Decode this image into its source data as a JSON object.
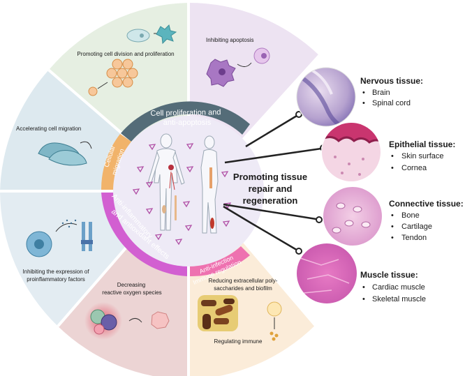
{
  "segments": {
    "proliferation_text": "Promoting cell division and proliferation",
    "apoptosis_text": "Inhibiting apoptosis",
    "migration_text": "Accelerating cell migration",
    "inflammatory_text_1": "Inhibiting the expression of",
    "inflammatory_text_2": "proinflammatory factors",
    "ros_text_1": "Decreasing",
    "ros_text_2": "reactive oxygen species",
    "biofilm_text_1": "Reducing extracellular poly-",
    "biofilm_text_2": "saccharides and biofilm",
    "immune_text": "Regulating immune"
  },
  "inner_ring": {
    "proliferation_1": "Cell proliferation and",
    "proliferation_2": "anti-apoptosis",
    "migration_1": "Cellular",
    "migration_2": "migration",
    "antiinflam_1": "Anti-inflammatory",
    "antiinflam_2": "and antioxidant effects",
    "antiinfect_1": "Anti-infection",
    "antiinfect_2": "Immune regulation"
  },
  "center": {
    "line1": "Promoting tissue",
    "line2": "repair and",
    "line3": "regeneration"
  },
  "tissues": [
    {
      "title": "Nervous tissue:",
      "items": [
        "Brain",
        "Spinal cord"
      ]
    },
    {
      "title": "Epithelial tissue:",
      "items": [
        "Skin surface",
        "Cornea"
      ]
    },
    {
      "title": "Connective tissue:",
      "items": [
        "Bone",
        "Cartilage",
        "Tendon"
      ]
    },
    {
      "title": "Muscle tissue:",
      "items": [
        "Cardiac muscle",
        "Skeletal muscle"
      ]
    }
  ],
  "colors": {
    "proliferation_sector": "#e6efe2",
    "apoptosis_sector": "#ede3f2",
    "migration_sector": "#dde9ef",
    "inflammatory_sector": "#e3ecf2",
    "ros_sector": "#ecd4d4",
    "immune_sector": "#fbecd9",
    "ring_gray": "#546c78",
    "ring_orange": "#f1b36a",
    "ring_magenta": "#d25fd1",
    "ring_pink": "#ee72b0",
    "center_fill": "#eeeaf6"
  }
}
